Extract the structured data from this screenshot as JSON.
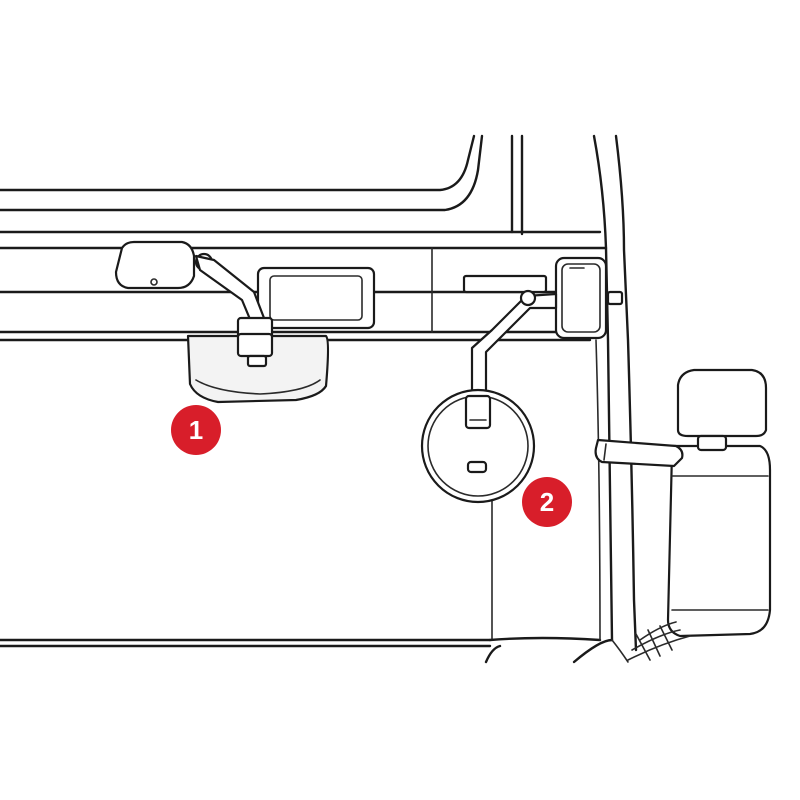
{
  "markers": [
    {
      "id": "1",
      "label": "1"
    },
    {
      "id": "2",
      "label": "2"
    }
  ],
  "colors": {
    "marker": "#d81e2a",
    "line": "#1a1a1a",
    "background": "#ffffff"
  }
}
